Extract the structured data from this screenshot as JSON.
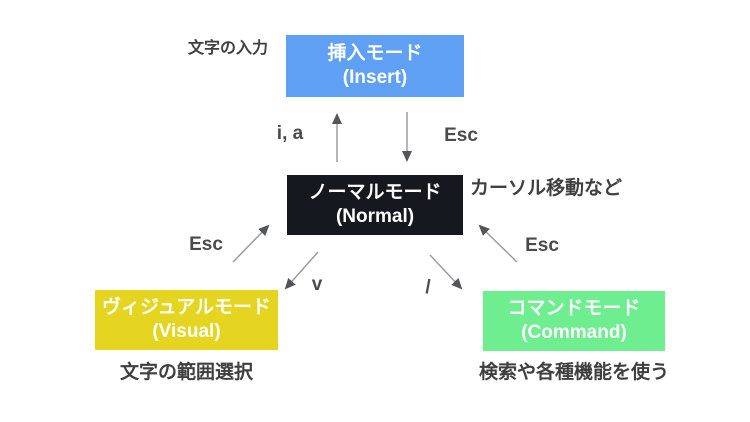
{
  "diagram": {
    "background": "#ffffff",
    "nodes": {
      "insert": {
        "label_jp": "挿入モード",
        "label_en": "(Insert)",
        "color": "#5fa0f5",
        "annotation": "文字の入力"
      },
      "normal": {
        "label_jp": "ノーマルモード",
        "label_en": "(Normal)",
        "color": "#15181f",
        "annotation": "カーソル移動など"
      },
      "visual": {
        "label_jp": "ヴィジュアルモード",
        "label_en": "(Visual)",
        "color": "#e5d420",
        "annotation": "文字の範囲選択"
      },
      "command": {
        "label_jp": "コマンドモード",
        "label_en": "(Command)",
        "color": "#6fee90",
        "annotation": "検索や各種機能を使う"
      }
    },
    "keys": {
      "insert_enter": "i, a",
      "insert_exit": "Esc",
      "visual_exit": "Esc",
      "visual_enter": "v",
      "command_exit": "Esc",
      "command_enter": "/"
    },
    "text_color_on_box": "#ffffff",
    "annotation_color": "#3f3f3f",
    "key_label_color": "#4b4b4b",
    "arrow": {
      "line_color": "#9d9d9d",
      "head_color": "#54555a"
    }
  }
}
